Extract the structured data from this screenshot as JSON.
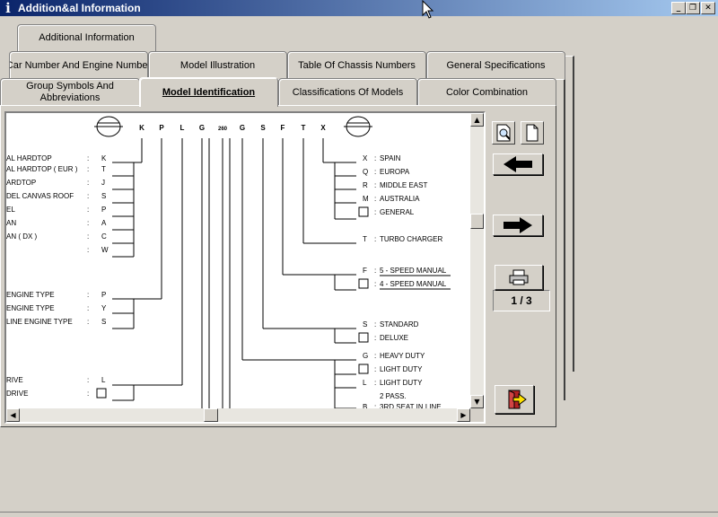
{
  "window": {
    "title": "Addition&al Information",
    "buttons": [
      "minimize",
      "restore",
      "close"
    ]
  },
  "tabs": {
    "row1": [
      "Additional Information"
    ],
    "row2": [
      "Car Number And Engine Number",
      "Model Illustration",
      "Table Of Chassis Numbers",
      "General Specifications"
    ],
    "row3": [
      "Group Symbols And Abbreviations",
      "Model Identification",
      "Classifications Of Models",
      "Color Combination"
    ],
    "active": "Model Identification"
  },
  "model_code": [
    "K",
    "P",
    "L",
    "G",
    "260",
    "G",
    "S",
    "F",
    "T",
    "X"
  ],
  "left_groups": [
    {
      "items": [
        {
          "label": "AL HARDTOP",
          "code": "K"
        },
        {
          "label": "AL HARDTOP ( EUR )",
          "code": "T"
        },
        {
          "label": "ARDTOP",
          "code": "J"
        },
        {
          "label": "DEL CANVAS ROOF",
          "code": "S"
        },
        {
          "label": "EL",
          "code": "P"
        },
        {
          "label": "AN",
          "code": "A"
        },
        {
          "label": "AN ( DX )",
          "code": "C"
        },
        {
          "label": "",
          "code": "W"
        }
      ]
    },
    {
      "items": [
        {
          "label": "ENGINE TYPE",
          "code": "P"
        },
        {
          "label": "ENGINE TYPE",
          "code": "Y"
        },
        {
          "label": "LINE ENGINE TYPE",
          "code": "S"
        }
      ]
    },
    {
      "items": [
        {
          "label": "RIVE",
          "code": "L"
        },
        {
          "label": "DRIVE",
          "code": "□"
        }
      ]
    }
  ],
  "right_groups": [
    {
      "items": [
        {
          "code": "X",
          "label": "SPAIN"
        },
        {
          "code": "Q",
          "label": "EUROPA"
        },
        {
          "code": "R",
          "label": "MIDDLE EAST"
        },
        {
          "code": "M",
          "label": "AUSTRALIA"
        },
        {
          "code": "□",
          "label": "GENERAL"
        }
      ]
    },
    {
      "items": [
        {
          "code": "T",
          "label": "TURBO CHARGER"
        }
      ]
    },
    {
      "items": [
        {
          "code": "F",
          "label": "5 - SPEED MANUAL"
        },
        {
          "code": "□",
          "label": "4 - SPEED MANUAL"
        }
      ]
    },
    {
      "items": [
        {
          "code": "S",
          "label": "STANDARD"
        },
        {
          "code": "□",
          "label": "DELUXE"
        }
      ]
    },
    {
      "items": [
        {
          "code": "G",
          "label": "HEAVY DUTY"
        },
        {
          "code": "□",
          "label": "LIGHT DUTY"
        },
        {
          "code": "L",
          "label": "LIGHT DUTY"
        },
        {
          "code": "",
          "label": "2 PASS."
        },
        {
          "code": "B",
          "label": "3RD SEAT IN LINE"
        }
      ]
    }
  ],
  "pager": {
    "indicator": "1 / 3"
  },
  "icons": {
    "preview": "magnifier-page-icon",
    "page": "blank-page-icon",
    "prev": "arrow-left-icon",
    "next": "arrow-right-icon",
    "print": "printer-icon",
    "exit": "exit-door-icon"
  },
  "colors": {
    "titlebar_start": "#0a246a",
    "titlebar_end": "#a6caf0",
    "face": "#d4d0c8"
  }
}
